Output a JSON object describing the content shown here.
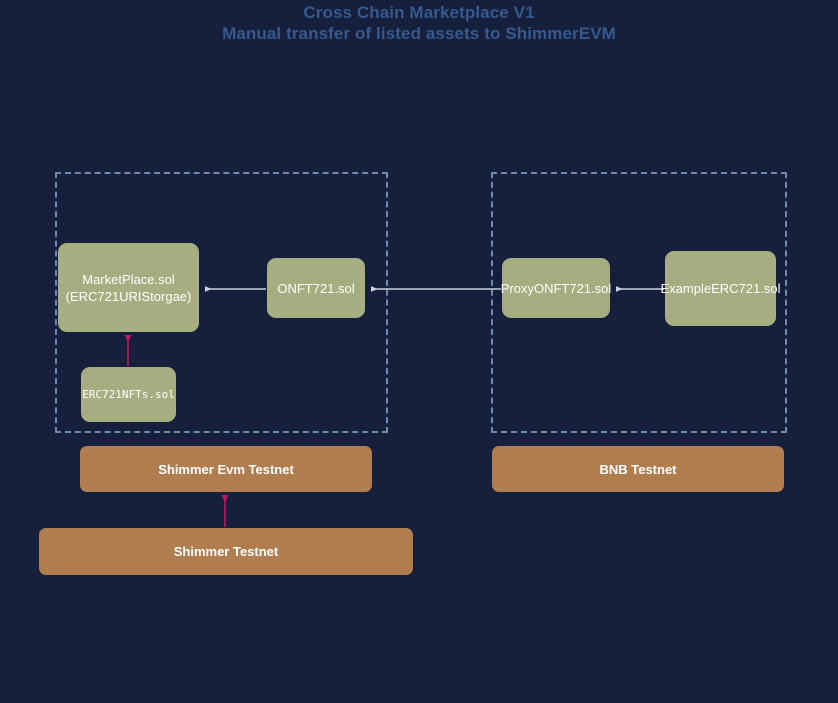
{
  "title": {
    "line1": "Cross Chain Marketplace V1",
    "line2": "Manual transfer of listed assets to ShimmerEVM",
    "color": "#36598f"
  },
  "theme": {
    "background": "#16203c",
    "node_fill": "#a5ad81",
    "node_text": "#ffffff",
    "chain_bar_fill": "#b07d4f",
    "chain_bar_text": "#ffffff",
    "group_border": "#6f8aae",
    "arrow_contract": "#ccd0e0",
    "arrow_chain": "#c2185b"
  },
  "groups": [
    {
      "id": "shimmer-evm-group",
      "label": ""
    },
    {
      "id": "bnb-group",
      "label": ""
    }
  ],
  "nodes": [
    {
      "id": "marketplace",
      "label": "MarketPlace.sol\n(ERC721URIStorgae)"
    },
    {
      "id": "onft721",
      "label": "ONFT721.sol"
    },
    {
      "id": "proxyonft721",
      "label": "ProxyONFT721.sol"
    },
    {
      "id": "exampleerc721",
      "label": "ExampleERC721.sol"
    },
    {
      "id": "erc721nfts",
      "label": "ERC721NFTs.sol"
    }
  ],
  "chains": [
    {
      "id": "shimmer-evm-testnet",
      "label": "Shimmer Evm Testnet"
    },
    {
      "id": "bnb-testnet",
      "label": "BNB Testnet"
    },
    {
      "id": "shimmer-testnet",
      "label": "Shimmer Testnet"
    }
  ],
  "edges": [
    {
      "from": "onft721",
      "to": "marketplace",
      "type": "contract"
    },
    {
      "from": "proxyonft721",
      "to": "onft721",
      "type": "contract"
    },
    {
      "from": "exampleerc721",
      "to": "proxyonft721",
      "type": "contract"
    },
    {
      "from": "erc721nfts",
      "to": "marketplace",
      "type": "chain"
    },
    {
      "from": "shimmer-testnet",
      "to": "shimmer-evm-testnet",
      "type": "chain"
    }
  ]
}
